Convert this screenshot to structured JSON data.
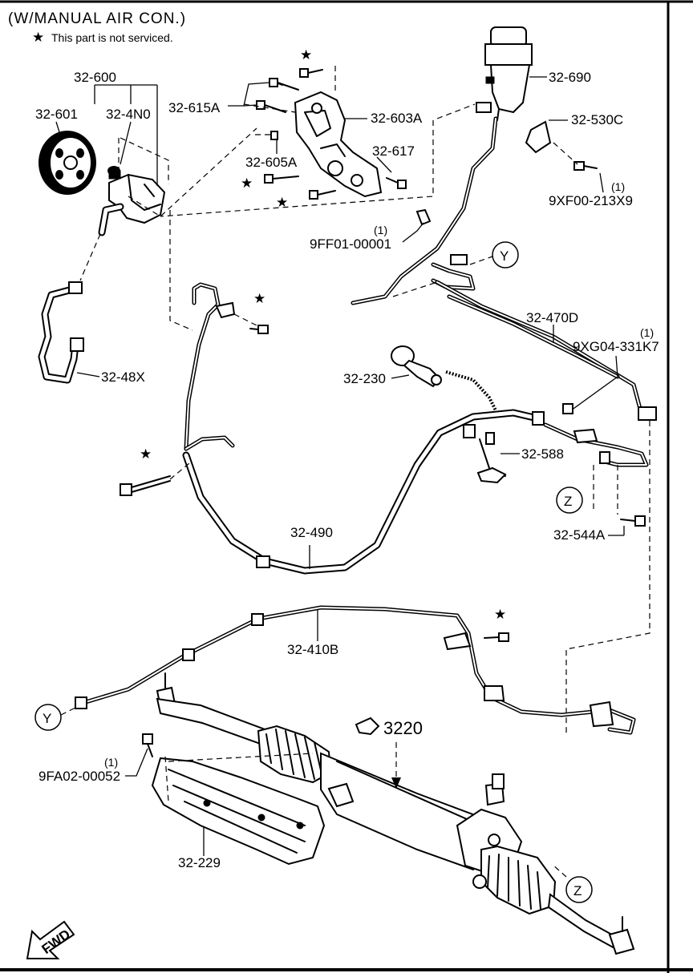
{
  "header": {
    "title": "(W/MANUAL AIR CON.)",
    "note_symbol": "★",
    "note_text": "This part is not serviced."
  },
  "callouts": {
    "p32_600": "32-600",
    "p32_601": "32-601",
    "p32_4N0": "32-4N0",
    "p32_615A": "32-615A",
    "p32_603A": "32-603A",
    "p32_605A": "32-605A",
    "p32_617": "32-617",
    "p32_690": "32-690",
    "p32_530C": "32-530C",
    "p9XF00_qty": "(1)",
    "p9XF00": "9XF00-213X9",
    "p9FF01_qty": "(1)",
    "p9FF01": "9FF01-00001",
    "p32_48X": "32-48X",
    "p32_470D": "32-470D",
    "p9XG04_qty": "(1)",
    "p9XG04": "9XG04-331K7",
    "p32_230": "32-230",
    "p32_588": "32-588",
    "p32_544A": "32-544A",
    "p32_490": "32-490",
    "p32_410B": "32-410B",
    "p3220": "3220",
    "p9FA02_qty": "(1)",
    "p9FA02": "9FA02-00052",
    "p32_229": "32-229"
  },
  "markers": {
    "Y": "Y",
    "Z": "Z",
    "star": "★"
  },
  "fwd": {
    "label": "FWD"
  }
}
